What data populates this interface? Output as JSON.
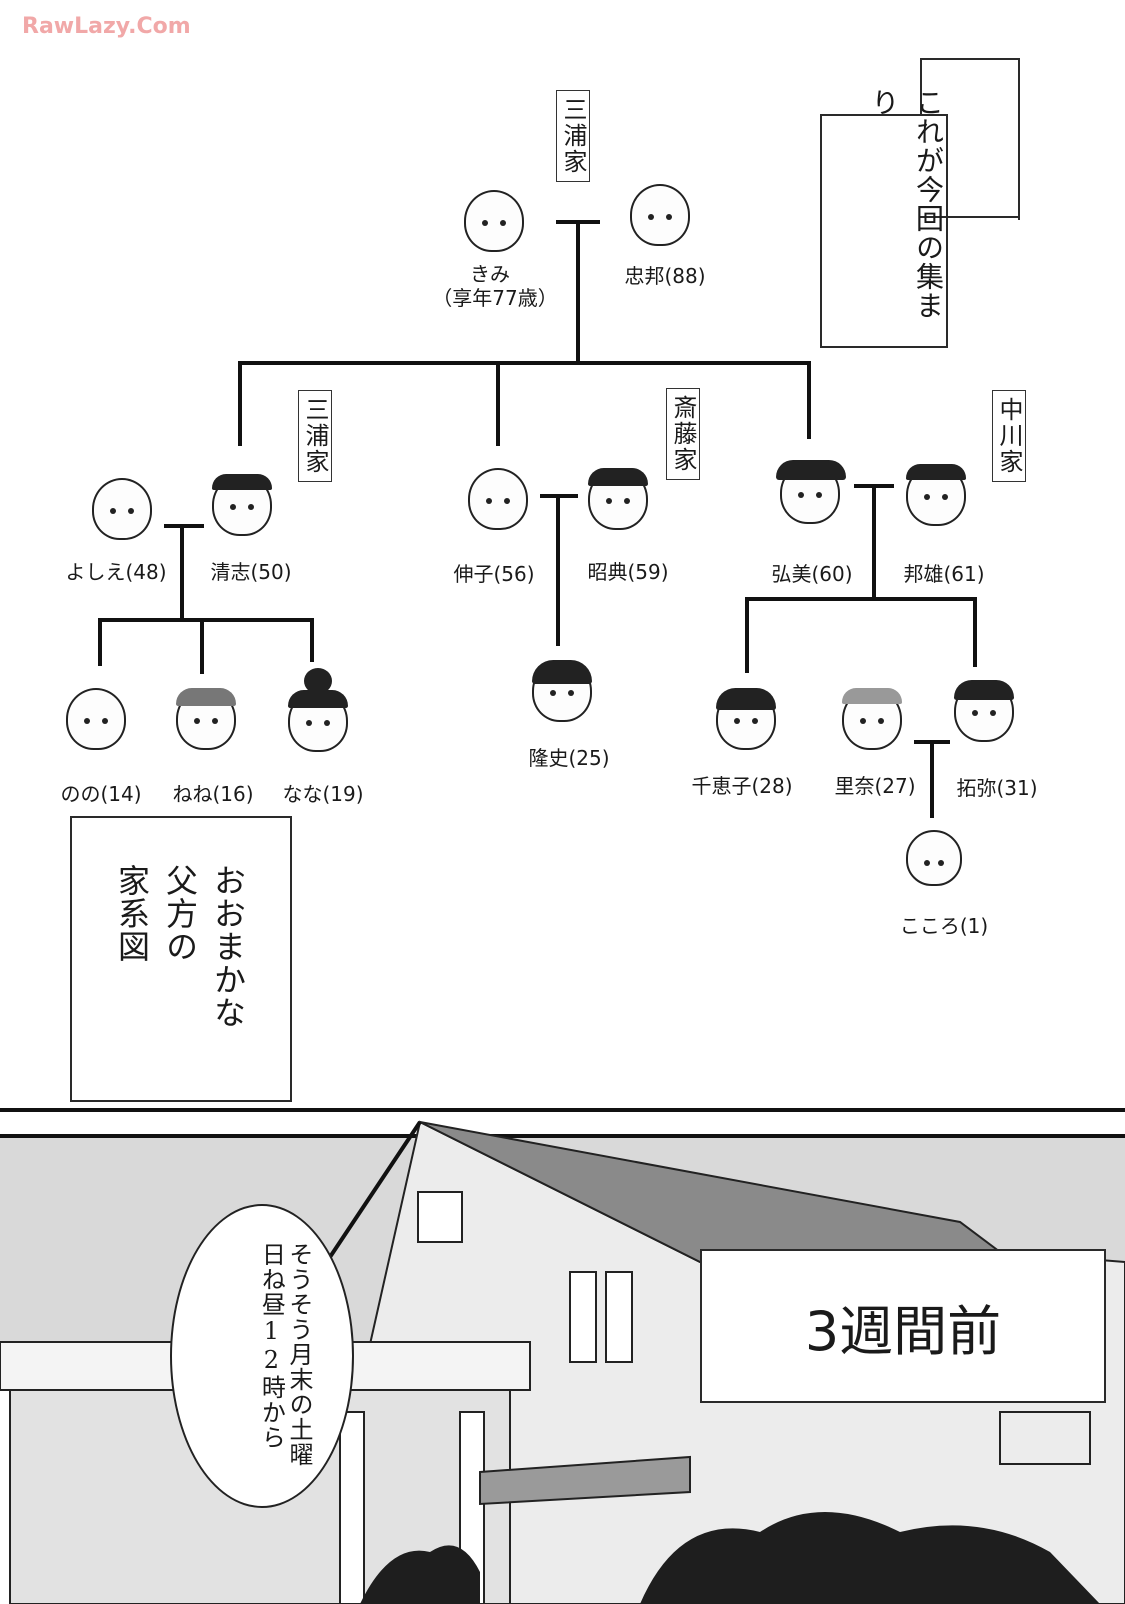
{
  "watermark": "RawLazy.Com",
  "narration": {
    "top_box": "これが今回の集まり",
    "left_box_line1": "おおまかな",
    "left_box_line2": "父方の",
    "left_box_line3": "家系図"
  },
  "family_labels": {
    "miura_top": "三浦家",
    "miura_left": "三浦家",
    "saito": "斎藤家",
    "nakagawa": "中川家"
  },
  "people": {
    "kimi": "きみ",
    "kimi_note": "（享年77歳）",
    "tadakuni": "忠邦(88)",
    "yoshie": "よしえ(48)",
    "kiyoshi": "清志(50)",
    "nobuko": "伸子(56)",
    "akinori": "昭典(59)",
    "hiromi": "弘美(60)",
    "kunio": "邦雄(61)",
    "nono": "のの(14)",
    "nene": "ねね(16)",
    "nana": "なな(19)",
    "takashi": "隆史(25)",
    "chieko": "千恵子(28)",
    "rina": "里奈(27)",
    "takuya": "拓弥(31)",
    "kokoro": "こころ(1)"
  },
  "bottom_panel": {
    "speech": "そうそう月末の土曜日ね昼12時から",
    "caption": "3週間前"
  },
  "colors": {
    "watermark": "#f1a8a8",
    "ink": "#111111",
    "sky": "#d9d9d9"
  }
}
